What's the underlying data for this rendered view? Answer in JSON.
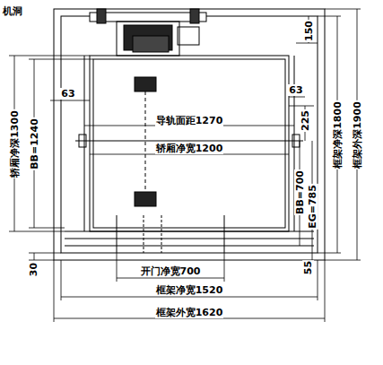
{
  "diagram": {
    "labels": [
      "机洞",
      "150",
      "63",
      "63",
      "导轨面距1270",
      "225",
      "轿厢净宽1200",
      "轿厢净深1300",
      "BB=1240",
      "BB=700",
      "EG=785",
      "框架净深1800",
      "框架外深1900",
      "30",
      "55",
      "开门净宽700",
      "框架净宽1520",
      "框架外宽1620"
    ]
  }
}
